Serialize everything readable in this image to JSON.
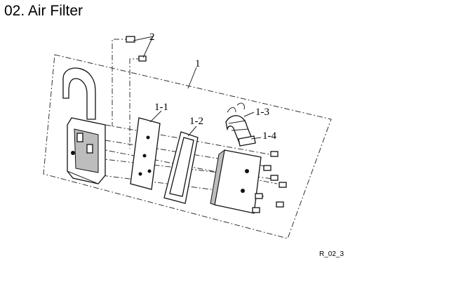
{
  "title": "02. Air Filter",
  "reference": "R_02_3",
  "callouts": {
    "c1": "1",
    "c2": "2",
    "c1_1": "1-1",
    "c1_2": "1-2",
    "c1_3": "1-3",
    "c1_4": "1-4"
  }
}
